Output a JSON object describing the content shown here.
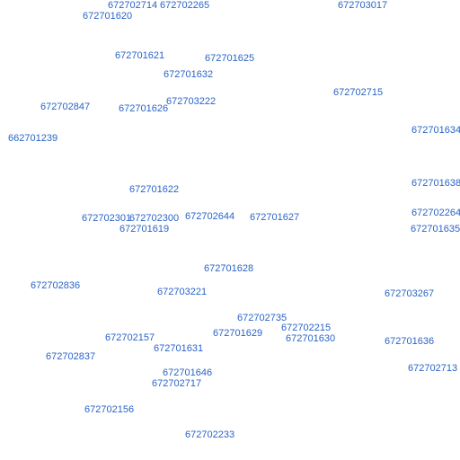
{
  "label_color": "#2a64c8",
  "background_color": "#ffffff",
  "labels": [
    "672702714",
    "672702265",
    "672703017",
    "672701620",
    "672701621",
    "672701625",
    "672701632",
    "672702715",
    "672703222",
    "672702847",
    "672701626",
    "672701634",
    "662701239",
    "672701638",
    "672701622",
    "672702264",
    "672702301",
    "672702300",
    "672702644",
    "672701627",
    "672701635",
    "672701619",
    "672701628",
    "672702836",
    "672703221",
    "672703267",
    "672702735",
    "672702215",
    "672701629",
    "672702157",
    "672701630",
    "672701636",
    "672701631",
    "672702837",
    "672702713",
    "672701646",
    "672702717",
    "672702156",
    "672702233"
  ]
}
